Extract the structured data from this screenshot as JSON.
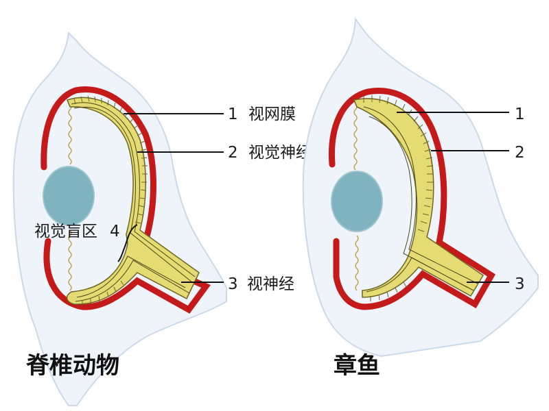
{
  "colors": {
    "background": "#ffffff",
    "eye_outline": "#c9d9ea",
    "eye_fill": "#eef4fa",
    "sclera": "#c41a1a",
    "retina": "#e4dc72",
    "nerve_lines": "#4a4418",
    "lens": "#7fb3c0",
    "leader": "#111111"
  },
  "vertebrate": {
    "caption": "脊椎动物",
    "labels": {
      "n1": "1",
      "t1": "视网膜",
      "n2": "2",
      "t2": "视觉神经纤维",
      "n3": "3",
      "t3": "视神经",
      "blind_spot": "视觉盲区",
      "n4": "4"
    }
  },
  "octopus": {
    "caption": "章鱼",
    "labels": {
      "n1": "1",
      "n2": "2",
      "n3": "3"
    }
  }
}
